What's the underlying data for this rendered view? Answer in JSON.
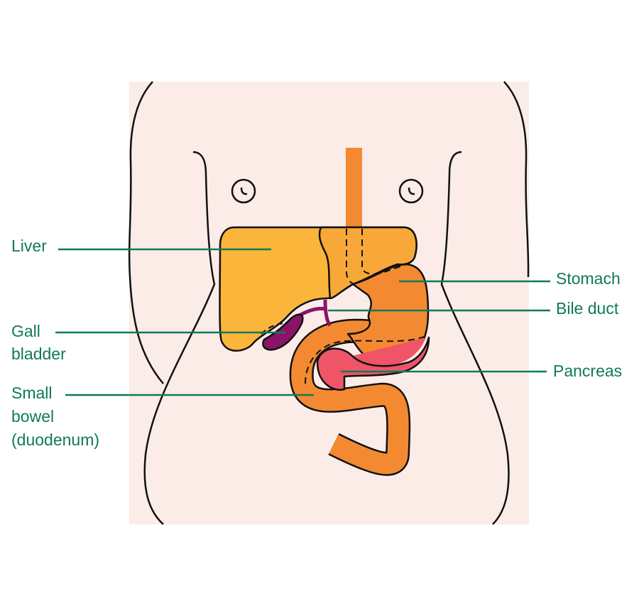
{
  "title": "Digestive organs diagram",
  "labels": {
    "liver": "Liver",
    "gall_bladder_1": "Gall",
    "gall_bladder_2": "bladder",
    "small_bowel_1": "Small",
    "small_bowel_2": "bowel",
    "small_bowel_3": "(duodenum)",
    "stomach": "Stomach",
    "bile_duct": "Bile duct",
    "pancreas": "Pancreas"
  },
  "colors": {
    "label": "#0f7a5a",
    "skin": "#fbece8",
    "liver": "#fbb53b",
    "liver_right": "#f8a838",
    "stomach": "#f38a32",
    "gall_bladder": "#8b1468",
    "pancreas": "#ef5567"
  }
}
